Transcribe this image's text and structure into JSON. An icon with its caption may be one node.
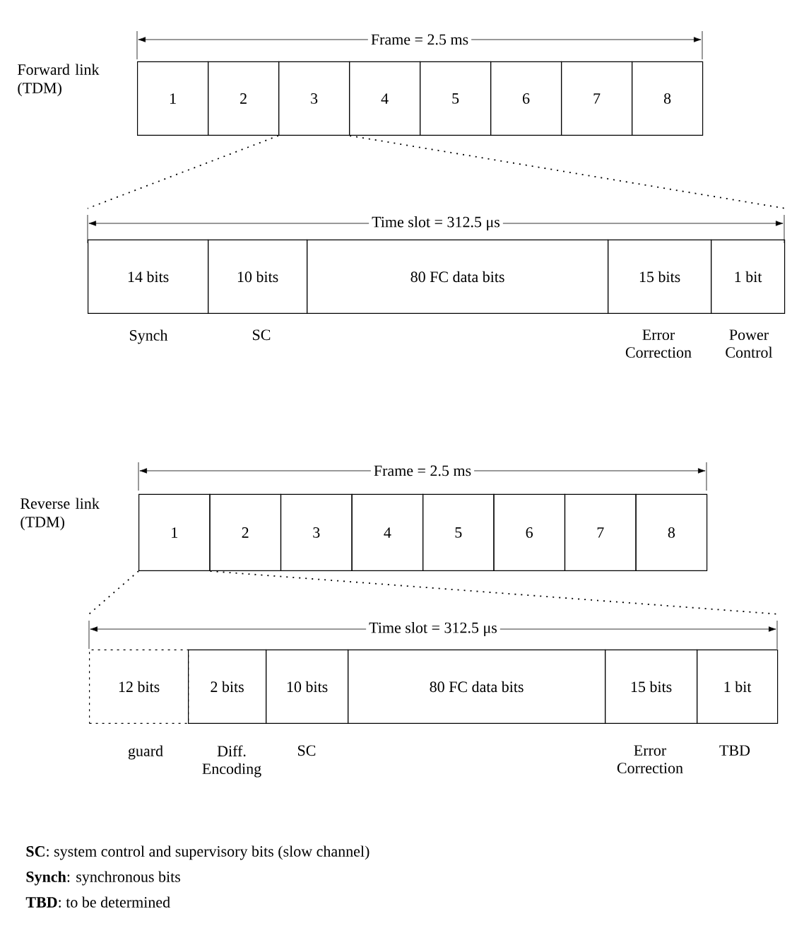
{
  "diagram": {
    "nodes": [
      {
        "text": [
          "1"
        ]
      },
      {
        "text": [
          "2"
        ]
      },
      {
        "text": [
          "3"
        ]
      },
      {
        "text": [
          "4"
        ]
      },
      {
        "text": [
          "5"
        ]
      },
      {
        "text": [
          "6"
        ]
      },
      {
        "text": [
          "7"
        ]
      },
      {
        "text": [
          "8"
        ]
      },
      {
        "text": [
          "14 bits"
        ],
        "beside": [
          "Synch"
        ]
      },
      {
        "text": [
          "10 bits"
        ],
        "beside": [
          "SC"
        ]
      },
      {
        "text": [
          "80 FC data bits"
        ]
      },
      {
        "text": [
          "15 bits"
        ],
        "beside": [
          "Error Correction"
        ]
      },
      {
        "text": [
          "1 bit"
        ],
        "beside": [
          "Power Control"
        ]
      },
      {
        "text": [
          "1"
        ]
      },
      {
        "text": [
          "2"
        ]
      },
      {
        "text": [
          "3"
        ]
      },
      {
        "text": [
          "4"
        ]
      },
      {
        "text": [
          "5"
        ]
      },
      {
        "text": [
          "6"
        ]
      },
      {
        "text": [
          "7"
        ]
      },
      {
        "text": [
          "8"
        ]
      },
      {
        "text": [
          "12 bits"
        ],
        "beside": [
          "guard"
        ]
      },
      {
        "text": [
          "2 bits"
        ],
        "beside": [
          "Diff. Encoding"
        ]
      },
      {
        "text": [
          "10 bits"
        ],
        "beside": [
          "SC"
        ]
      },
      {
        "text": [
          "80 FC data bits"
        ]
      },
      {
        "text": [
          "15 bits"
        ],
        "beside": [
          "Error Correction"
        ]
      },
      {
        "text": [
          "1 bit"
        ],
        "beside": [
          "TBD"
        ]
      }
    ],
    "edges": [
      {
        "from": 2,
        "to": 8,
        "arrow": "none",
        "style": "dashed"
      },
      {
        "from": 2,
        "to": 12,
        "arrow": "none",
        "style": "dashed"
      },
      {
        "from": 13,
        "to": 21,
        "arrow": "none",
        "style": "dashed"
      },
      {
        "from": 13,
        "to": 26,
        "arrow": "none",
        "style": "dashed"
      }
    ],
    "labels": [
      "Frame = 2.5 ms",
      "Forward link (TDM)",
      "Time slot = 312.5 μs",
      "Frame = 2.5 ms",
      "Reverse link (TDM)",
      "Time slot = 312.5 μs",
      "**SC**: system control and supervisory bits (slow channel)",
      "**Synch**: synchronous bits",
      "**TBD**: to be determined"
    ]
  }
}
